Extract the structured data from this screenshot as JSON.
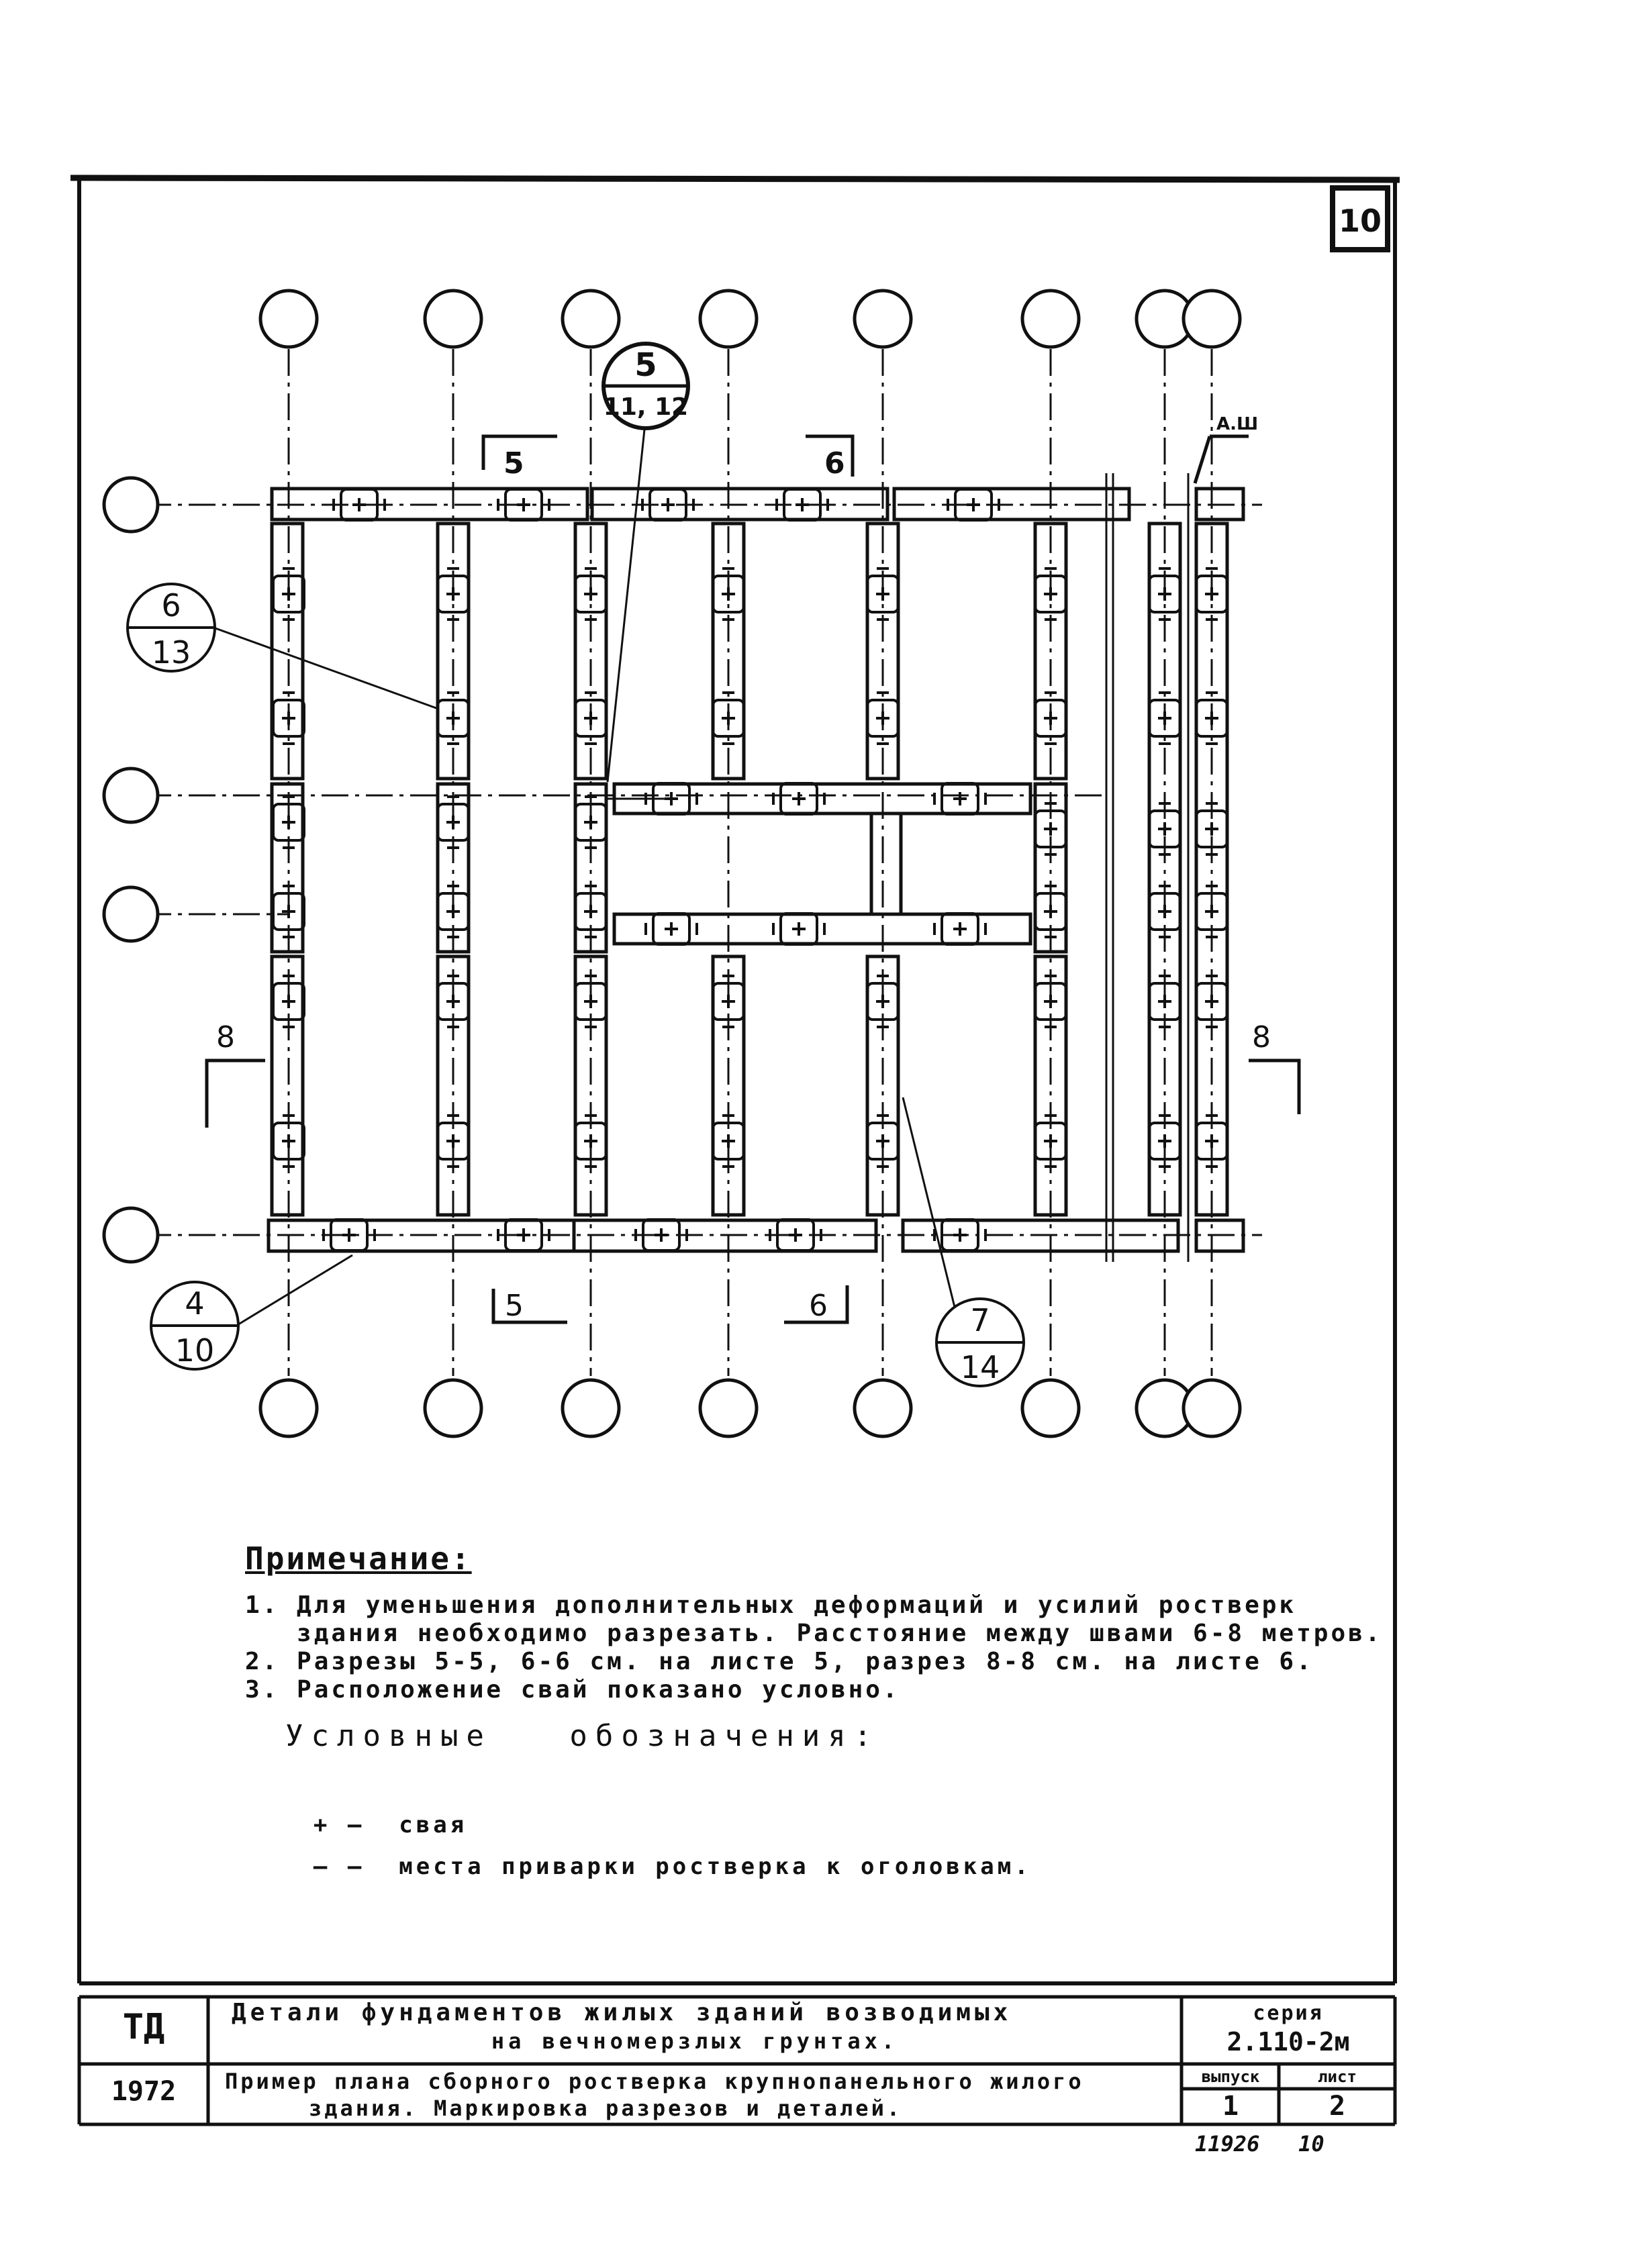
{
  "sheet_badge": "10",
  "plan": {
    "axis_label_5": "5",
    "axis_label_6": "6",
    "axis_label_8": "8",
    "section_right_mark": "А.Ш",
    "callouts": {
      "c5": {
        "top": "5",
        "bottom": "11, 12"
      },
      "c6": {
        "top": "6",
        "bottom": "13"
      },
      "c4": {
        "top": "4",
        "bottom": "10"
      },
      "c7": {
        "top": "7",
        "bottom": "14"
      }
    },
    "pile_symbol": "+"
  },
  "notes": {
    "title": "Примечание:",
    "lines": [
      "1. Для уменьшения дополнительных деформаций и усилий ростверк",
      "   здания необходимо разрезать. Расстояние между швами 6-8 метров.",
      "2. Разрезы 5-5, 6-6 см. на листе 5, разрез 8-8 см. на листе 6.",
      "3. Расположение свай показано условно."
    ]
  },
  "legend": {
    "title": "Условные   обозначения:",
    "items": [
      {
        "symbol": "+ —",
        "label": "свая"
      },
      {
        "symbol": "— —",
        "label": "места приварки ростверка к оголовкам."
      }
    ]
  },
  "title_block": {
    "org": "ТД",
    "year": "1972",
    "title_line1": "Детали фундаментов жилых зданий возводимых",
    "title_line2": "на вечномерзлых грунтах.",
    "sheet_title_line1": "Пример плана сборного ростверка крупнопанельного жилого",
    "sheet_title_line2": "здания. Маркировка разрезов и деталей.",
    "series_label": "серия",
    "series_value": "2.110-2м",
    "issue_label": "выпуск",
    "issue_value": "1",
    "sheet_label": "лист",
    "sheet_value": "2"
  },
  "footer_note": "11926   10"
}
